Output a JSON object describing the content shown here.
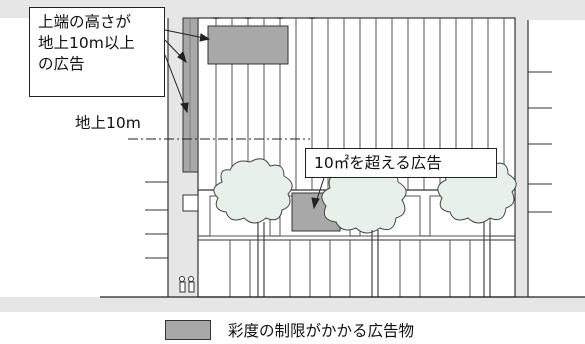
{
  "callout_top": {
    "lines": [
      "上端の高さが",
      "地上10m以上",
      "の広告"
    ]
  },
  "height_label": "地上10m",
  "callout_mid": "10㎡を超える広告",
  "legend": {
    "text": "彩度の制限がかかる広告物",
    "swatch_color": "#a8a8a8"
  },
  "colors": {
    "background": "#e6e6e6",
    "building": "#ffffff",
    "sign": "#a8a8a8",
    "tree": "#e7f0ea"
  }
}
